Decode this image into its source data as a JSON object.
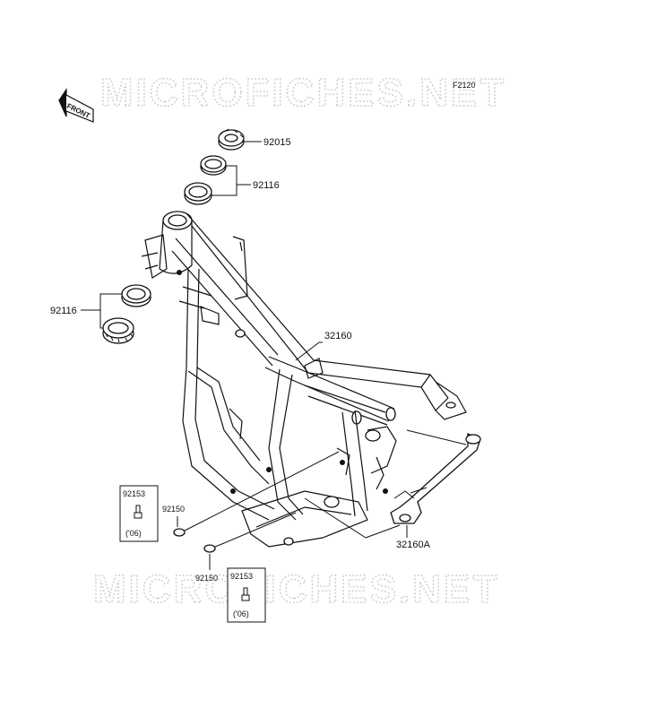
{
  "diagram": {
    "figure_code": "F2120",
    "watermark": "MICROFICHES.NET",
    "front_arrow_label": "FRONT",
    "parts": [
      {
        "number": "92015"
      },
      {
        "number": "92116"
      },
      {
        "number": "92116"
      },
      {
        "number": "32160"
      },
      {
        "number": "92153",
        "note": "('06)"
      },
      {
        "number": "92150"
      },
      {
        "number": "92150"
      },
      {
        "number": "92153",
        "note": "('06)"
      },
      {
        "number": "32160A"
      }
    ]
  }
}
